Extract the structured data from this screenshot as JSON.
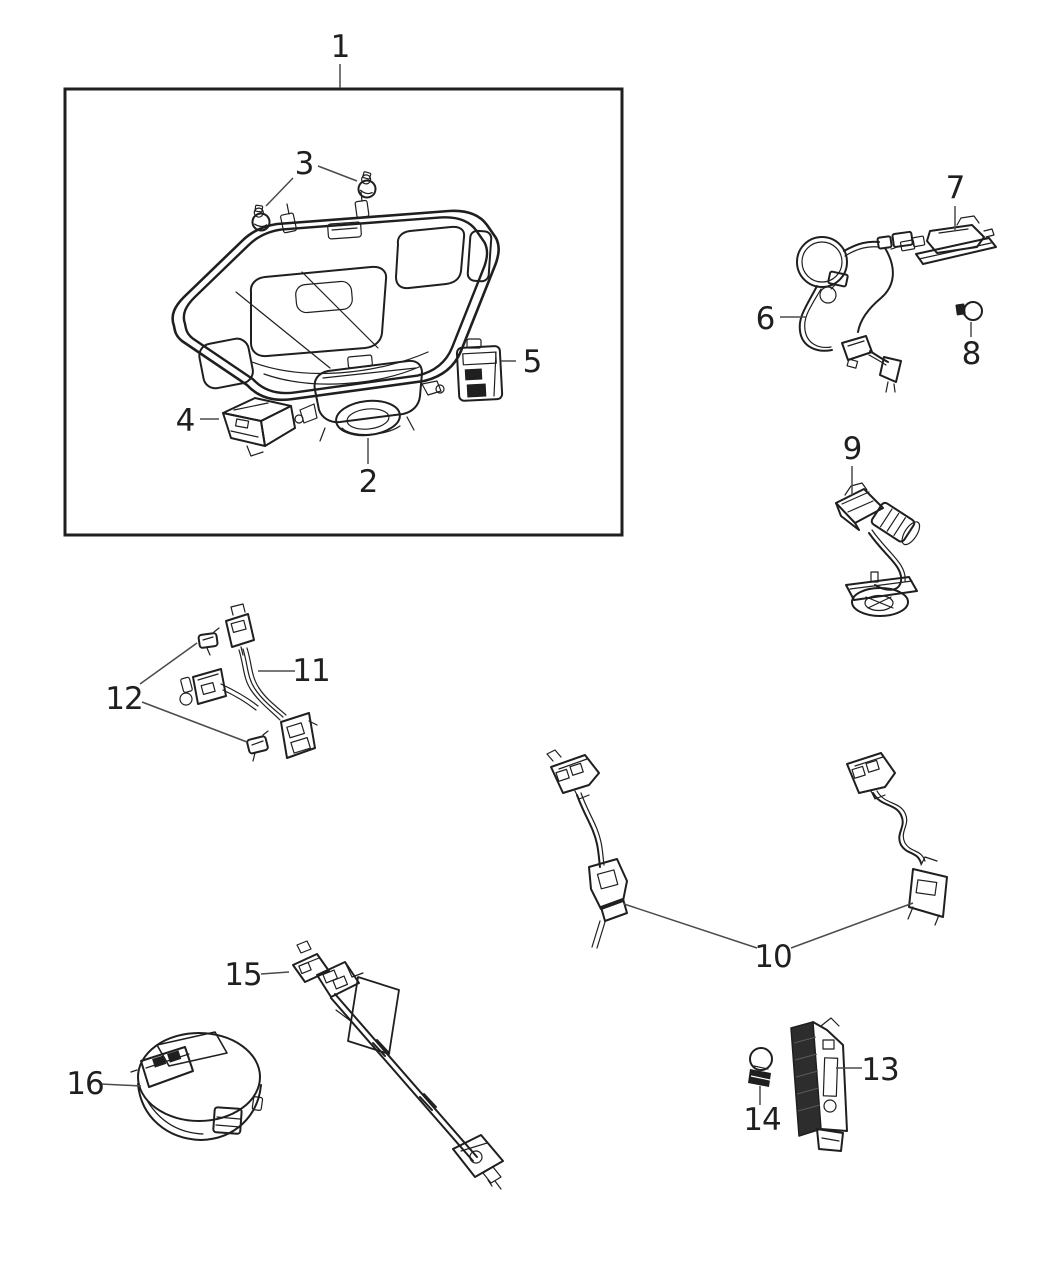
{
  "diagram": {
    "kind": "exploded-parts-line-drawing",
    "background": "#ffffff"
  },
  "colors": {
    "ink": "#1f1f1f",
    "leader": "#4b4b4b",
    "background": "#ffffff",
    "module-fill": "#2d2d2d"
  },
  "callouts": [
    {
      "label": "1"
    },
    {
      "label": "2"
    },
    {
      "label": "3"
    },
    {
      "label": "4"
    },
    {
      "label": "5"
    },
    {
      "label": "6"
    },
    {
      "label": "7"
    },
    {
      "label": "8"
    },
    {
      "label": "9"
    },
    {
      "label": "10"
    },
    {
      "label": "11"
    },
    {
      "label": "12"
    },
    {
      "label": "13"
    },
    {
      "label": "14"
    },
    {
      "label": "15"
    },
    {
      "label": "16"
    }
  ]
}
